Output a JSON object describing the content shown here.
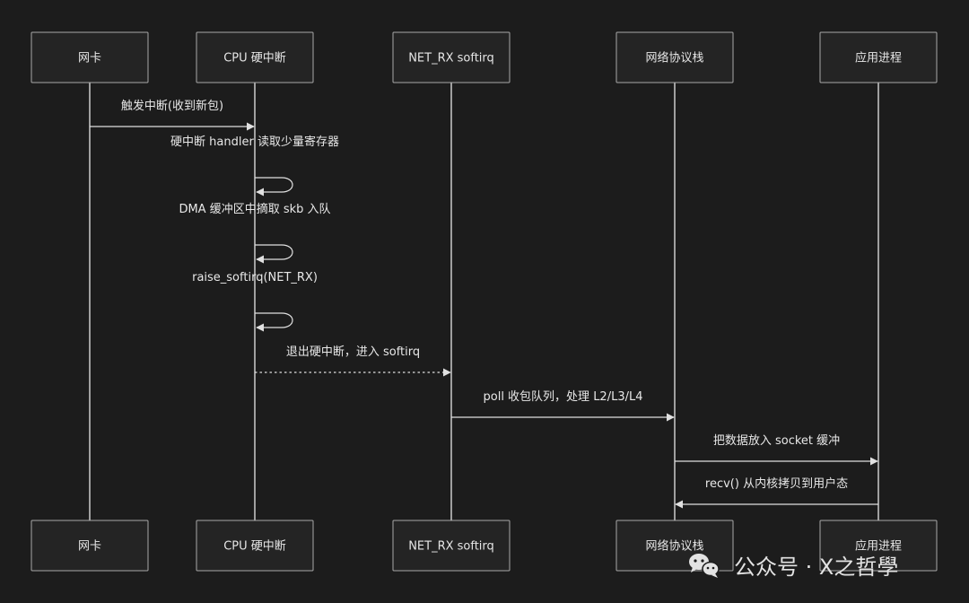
{
  "participants": [
    {
      "id": "nic",
      "label": "网卡"
    },
    {
      "id": "cpu",
      "label": "CPU 硬中断"
    },
    {
      "id": "softirq",
      "label": "NET_RX softirq"
    },
    {
      "id": "stack",
      "label": "网络协议栈"
    },
    {
      "id": "app",
      "label": "应用进程"
    }
  ],
  "messages": [
    {
      "from": "nic",
      "to": "cpu",
      "label": "触发中断(收到新包)",
      "style": "solid"
    },
    {
      "from": "cpu",
      "to": "cpu",
      "label": "硬中断 handler 读取少量寄存器",
      "style": "solid"
    },
    {
      "from": "cpu",
      "to": "cpu",
      "label": "DMA 缓冲区中摘取 skb 入队",
      "style": "solid"
    },
    {
      "from": "cpu",
      "to": "cpu",
      "label": "raise_softirq(NET_RX)",
      "style": "solid"
    },
    {
      "from": "cpu",
      "to": "softirq",
      "label": "退出硬中断，进入 softirq",
      "style": "dotted"
    },
    {
      "from": "softirq",
      "to": "stack",
      "label": "poll 收包队列，处理 L2/L3/L4",
      "style": "solid"
    },
    {
      "from": "stack",
      "to": "app",
      "label": "把数据放入 socket 缓冲",
      "style": "solid"
    },
    {
      "from": "app",
      "to": "stack",
      "label": "recv() 从内核拷贝到用户态",
      "style": "solid"
    }
  ],
  "watermark": {
    "text": "公众号 · X之哲學",
    "icon": "wechat-icon"
  },
  "colors": {
    "background": "#1c1c1c",
    "box_fill": "#242424",
    "box_stroke": "#a8a8a8",
    "line": "#e0e0e0",
    "text": "#e6e6e6"
  }
}
